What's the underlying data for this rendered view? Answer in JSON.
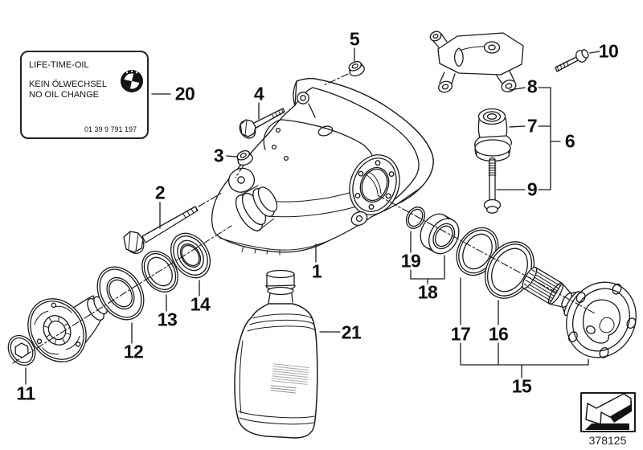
{
  "info_label": {
    "title": "LIFE-TIME-OIL",
    "subtitle_de": "KEIN ÖLWECHSEL",
    "subtitle_en": "NO OIL CHANGE",
    "part_number": "01 39 9 791 197",
    "logo": "BMW"
  },
  "callouts": [
    "1",
    "2",
    "3",
    "4",
    "5",
    "6",
    "7",
    "8",
    "9",
    "10",
    "11",
    "12",
    "13",
    "14",
    "15",
    "16",
    "17",
    "18",
    "19",
    "20",
    "21"
  ],
  "footer": {
    "diagram_number": "378125"
  },
  "colors": {
    "line": "#1a1a1a",
    "bottle_label": "#4f4f4f",
    "background": "#ffffff"
  }
}
